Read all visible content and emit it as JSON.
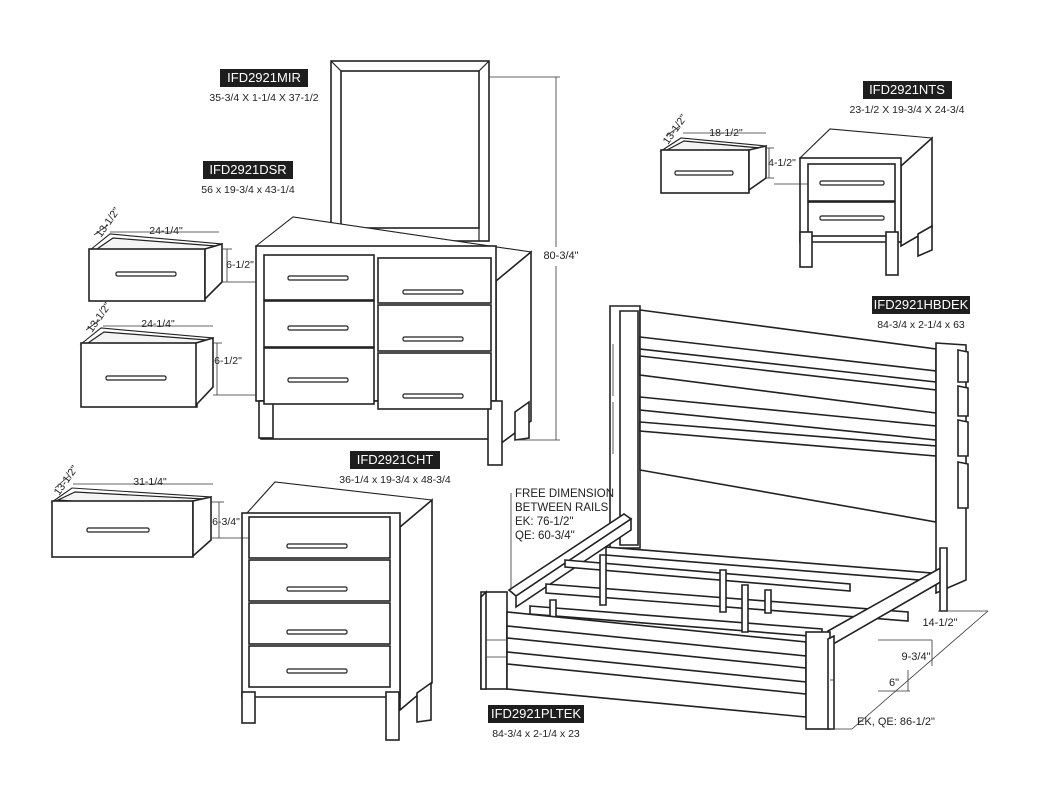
{
  "products": {
    "mirror": {
      "code": "IFD2921MIR",
      "dims": "35-3/4 X 1-1/4 X 37-1/2"
    },
    "dresser": {
      "code": "IFD2921DSR",
      "dims": "56 x 19-3/4 x 43-1/4"
    },
    "nightstand": {
      "code": "IFD2921NTS",
      "dims": "23-1/2 X 19-3/4 X 24-3/4"
    },
    "headboard": {
      "code": "IFD2921HBDEK",
      "dims": "84-3/4 x 2-1/4 x 63"
    },
    "chest": {
      "code": "IFD2921CHT",
      "dims": "36-1/4 x 19-3/4 x 48-3/4"
    },
    "footboard": {
      "code": "IFD2921PLTEK",
      "dims": "84-3/4 x 2-1/4 x 23"
    }
  },
  "dimensions": {
    "dresser_drawer_top": {
      "depth": "13-1/2\"",
      "width": "24-1/4\"",
      "height": "6-1/2\""
    },
    "dresser_drawer_bottom": {
      "depth": "13-1/2\"",
      "width": "24-1/4\"",
      "height": "6-1/2\""
    },
    "dresser_mirror_total_height": "80-3/4\"",
    "nightstand_drawer": {
      "depth": "13-1/2\"",
      "width": "18-1/2\"",
      "height": "4-1/2\""
    },
    "chest_drawer": {
      "depth": "13-1/2\"",
      "width": "31-1/4\"",
      "height": "6-3/4\""
    },
    "bed_rail_height": "14-1/2\"",
    "bed_side_rail": "9-3/4\"",
    "bed_clearance": "6\"",
    "bed_length": "EK, QE: 86-1/2\""
  },
  "notes": {
    "free_dimension": [
      "FREE DIMENSION",
      "BETWEEN RAILS",
      "EK: 76-1/2\"",
      "QE: 60-3/4\""
    ]
  },
  "colors": {
    "line": "#222222",
    "label_bg": "#1e1e1e",
    "label_text": "#ffffff"
  }
}
